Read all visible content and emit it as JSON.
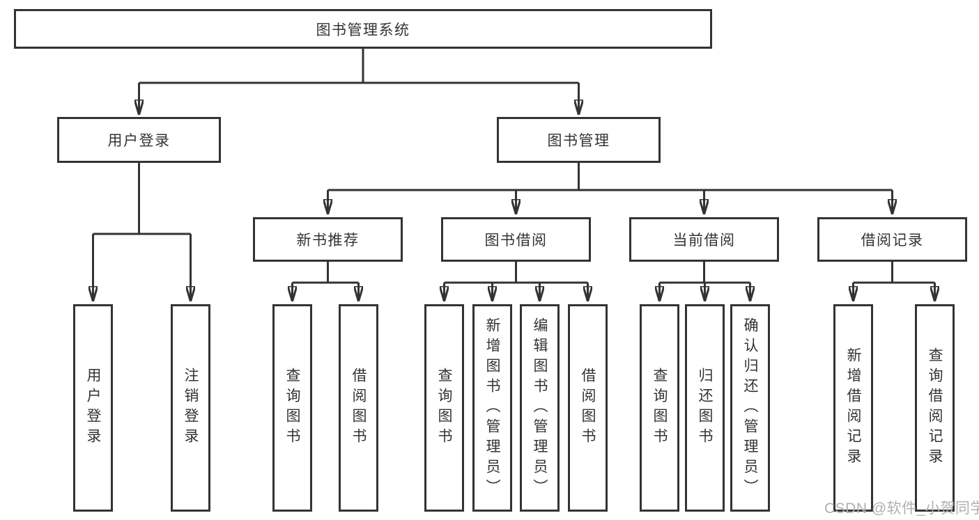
{
  "tree": {
    "root": {
      "label": "图书管理系统"
    },
    "level2": [
      {
        "label": "用户登录"
      },
      {
        "label": "图书管理"
      }
    ],
    "level3": [
      {
        "label": "新书推荐"
      },
      {
        "label": "图书借阅"
      },
      {
        "label": "当前借阅"
      },
      {
        "label": "借阅记录"
      }
    ],
    "leafGroups": [
      {
        "parent": "用户登录",
        "leaves": [
          "用户登录",
          "注销登录"
        ]
      },
      {
        "parent": "新书推荐",
        "leaves": [
          "查询图书",
          "借阅图书"
        ]
      },
      {
        "parent": "图书借阅",
        "leaves": [
          "查询图书",
          "新增图书（管理员）",
          "编辑图书（管理员）",
          "借阅图书"
        ]
      },
      {
        "parent": "当前借阅",
        "leaves": [
          "查询图书",
          "归还图书",
          "确认归还（管理员）"
        ]
      },
      {
        "parent": "借阅记录",
        "leaves": [
          "新增借阅记录",
          "查询借阅记录"
        ]
      }
    ]
  },
  "watermark": {
    "text": "CSDN @软件_小贺同学"
  },
  "colors": {
    "line": "#333333",
    "text": "#333333",
    "box_background": "#ffffff",
    "page_background": "#ffffff",
    "watermark": "#b0b0b0"
  }
}
